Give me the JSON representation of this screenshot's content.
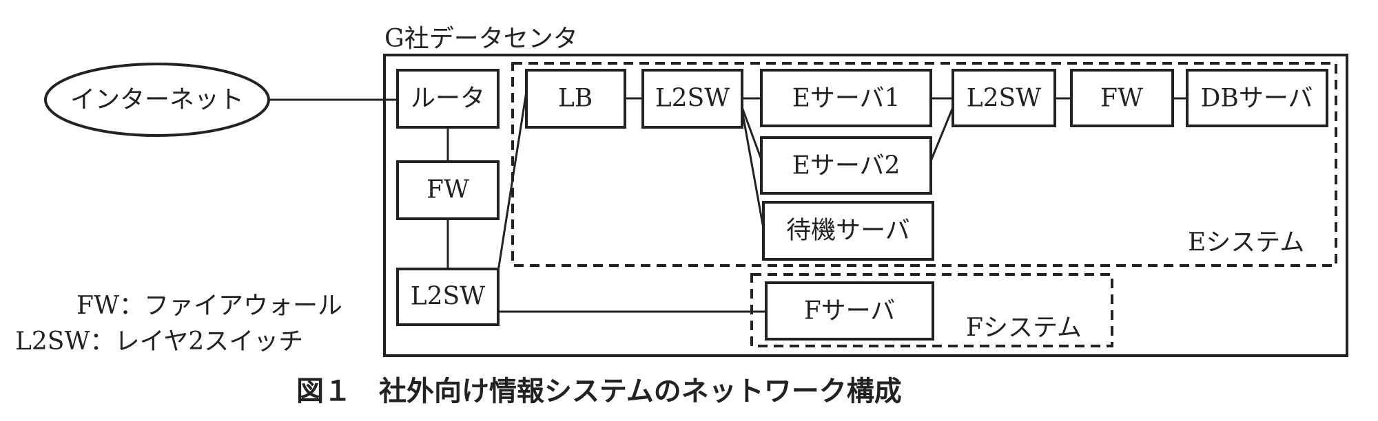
{
  "title": "G社データセンタ",
  "internet": "インターネット",
  "nodes": {
    "router": "ルータ",
    "fw_left": "FW",
    "l2sw_left": "L2SW",
    "lb": "LB",
    "l2sw_e1": "L2SW",
    "e_server1": "Eサーバ1",
    "e_server2": "Eサーバ2",
    "standby_server": "待機サーバ",
    "l2sw_e2": "L2SW",
    "fw_e": "FW",
    "db_server": "DBサーバ",
    "f_server": "Fサーバ"
  },
  "groups": {
    "e_system": "Eシステム",
    "f_system": "Fシステム"
  },
  "legend": [
    "FW：ファイアウォール",
    "L2SW：レイヤ2スイッチ"
  ],
  "caption": "図１　社外向け情報システムのネットワーク構成"
}
